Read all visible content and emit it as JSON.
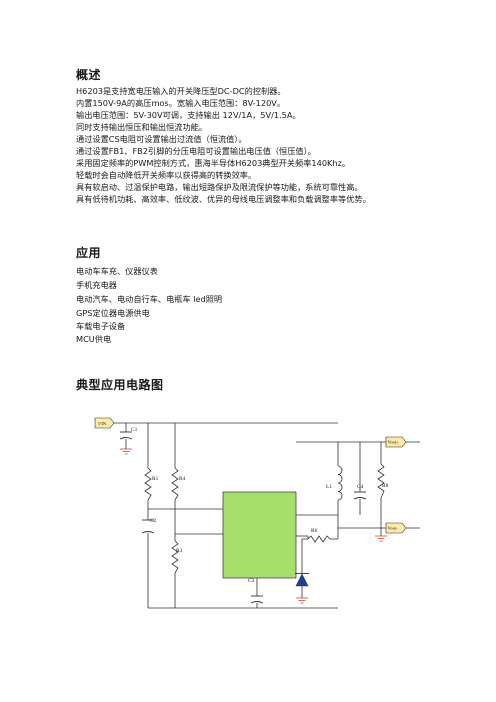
{
  "overview": {
    "heading": "概述",
    "lines": [
      "H6203是支持宽电压输入的开关降压型DC-DC的控制器。",
      "内置150V-9A的高压mos。宽输入电压范围：8V-120V。",
      "输出电压范围：5V-30V可调，支持输出 12V/1A，5V/1.5A。",
      "同时支持输出恒压和输出恒流功能。",
      "通过设置CS电阻可设置输出过流值（恒流值）。",
      "通过设置FB1、FB2引脚的分压电阻可设置输出电压值（恒压值）。",
      "采用固定频率的PWM控制方式，惠海半导体H6203典型开关频率140Khz。",
      "轻载时会自动降低开关频率以获得高的转换效率。",
      "具有软启动、过温保护电路，输出短路保护及限流保护等功能，系统可靠性高。",
      "具有低待机功耗、高效率、低纹波、优异的母线电压调整率和负载调整率等优势。"
    ]
  },
  "applications": {
    "heading": "应用",
    "lines": [
      "电动车车充、仪器仪表",
      "手机充电器",
      "电动汽车、电动自行车、电瓶车 led照明",
      "GPS定位器电源供电",
      "车载电子设备",
      "MCU供电"
    ]
  },
  "circuit": {
    "heading": "典型应用电路图",
    "labels": {
      "vin": "VIN",
      "c1": "C1",
      "r1": "R1",
      "r4": "R4",
      "c2": "C2",
      "r3": "R3",
      "c3": "C3",
      "r6": "R6",
      "l1": "L1",
      "c4": "C4",
      "r8": "R8",
      "vout_pos": "Vout+",
      "vout_neg": "Vout-"
    },
    "colors": {
      "ic_fill": "#a6df6c",
      "wire": "#2f2f2f",
      "port_fill": "#fde9a8"
    }
  }
}
